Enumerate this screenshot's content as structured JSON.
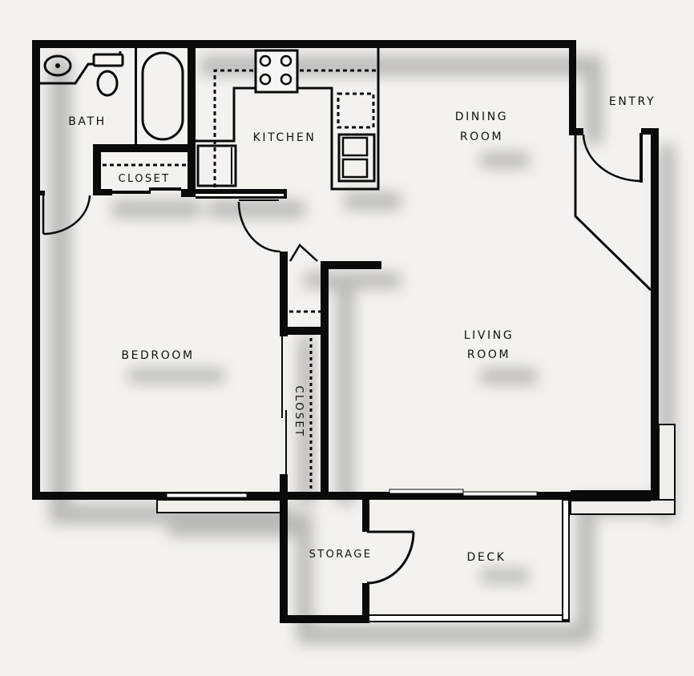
{
  "diagram": {
    "type": "apartment floor plan",
    "colors": {
      "background": "#f3f2ef",
      "floor": "#f7f6f3",
      "wall": "#0a0a0a",
      "shadow": "#9a9a9a"
    },
    "rooms": {
      "bath": {
        "label": "BATH"
      },
      "kitchen": {
        "label": "KITCHEN"
      },
      "dining": {
        "line1": "DINING",
        "line2": "ROOM"
      },
      "entry": {
        "label": "ENTRY"
      },
      "closet_top": {
        "label": "CLOSET"
      },
      "bedroom": {
        "label": "BEDROOM"
      },
      "living": {
        "line1": "LIVING",
        "line2": "ROOM"
      },
      "closet_side": {
        "label": "CLOSET"
      },
      "storage": {
        "label": "STORAGE"
      },
      "deck": {
        "label": "DECK"
      }
    },
    "fixtures": [
      "sink",
      "toilet",
      "bathtub",
      "stove",
      "refrigerator",
      "dishwasher",
      "double-sink"
    ]
  }
}
